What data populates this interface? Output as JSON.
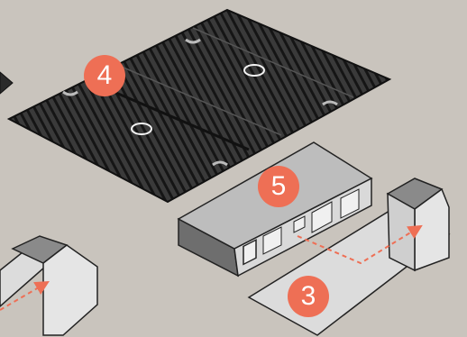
{
  "badges": {
    "step_4": "4",
    "step_5": "5",
    "step_3": "3"
  },
  "colors": {
    "background": "#c9c4bd",
    "badge": "#ee6f55",
    "grate_fill": "#3a3a3a",
    "grate_bars": "#1e1e1e",
    "house_roof": "#bdbdbd",
    "house_wall": "#d9d9d9",
    "house_dark": "#6e6e6e",
    "tray": "#dcdcdc",
    "arrow": "#ee6f55"
  },
  "icons": {
    "grate": "cooking-grate-icon",
    "drip_pan": "drip-pan-icon",
    "house": "heat-deflector-icon"
  }
}
